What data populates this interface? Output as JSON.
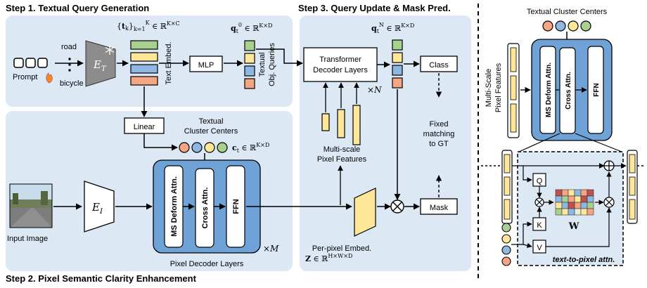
{
  "steps": {
    "step1": "Step 1. Textual Query Generation",
    "step2": "Step 2. Pixel Semantic Clarity Enhancement",
    "step3": "Step 3. Query Update & Mask Pred."
  },
  "step1": {
    "prompt_label": "Prompt",
    "class_road": "road",
    "class_bicycle": "bicycle",
    "text_encoder": "E_T",
    "text_embed_label": "Text Embed.",
    "embed_formula": "{t_k}_{k=1}^K ∈ ℝ^{K×C}",
    "mlp_label": "MLP",
    "query_formula": "q_t^0 ∈ ℝ^{K×D}",
    "textual_queries_l1": "Textual",
    "textual_queries_l2": "Obj. Queries"
  },
  "step2": {
    "linear_label": "Linear",
    "cluster_title_l1": "Textual",
    "cluster_title_l2": "Cluster Centers",
    "cluster_formula": "c_t ∈ ℝ^{K×D}",
    "input_image_label": "Input Image",
    "image_encoder": "E_I",
    "ms_deform_label": "MS Deform Attn.",
    "cross_attn_label": "Cross Attn.",
    "ffn_label": "FFN",
    "decoder_label": "Pixel Decoder Layers",
    "repeat_m": "×M",
    "per_pixel_l1": "Per-pixel Embed.",
    "per_pixel_formula": "Z ∈ ℝ^{H×W×D}"
  },
  "step3": {
    "transformer_l1": "Transformer",
    "transformer_l2": "Decoder Layers",
    "repeat_n": "×N",
    "query_n_formula": "q_t^N ∈ ℝ^{K×D}",
    "multi_scale_l1": "Multi-scale",
    "multi_scale_l2": "Pixel Features",
    "class_label": "Class",
    "mask_label": "Mask",
    "matching_l1": "Fixed",
    "matching_l2": "matching",
    "matching_l3": "to GT"
  },
  "right_panel": {
    "cluster_title": "Textual Cluster Centers",
    "multi_scale_l1": "Multi-Scale",
    "multi_scale_l2": "Pixel Features",
    "ms_deform_label": "MS Deform Attn.",
    "cross_attn_label": "Cross Attn.",
    "ffn_label": "FFN",
    "q_label": "Q",
    "k_label": "K",
    "v_label": "V",
    "w_label": "W",
    "t2p_label": "text-to-pixel attn."
  },
  "colors": {
    "panel_bg": "#dce9f5",
    "layer_blue": "#6fa2d6",
    "orange": "#f4a582",
    "blue": "#8fb7e3",
    "yellow": "#ffe699",
    "green": "#a9d18e",
    "encoder_gray": "#8c8c8c"
  }
}
